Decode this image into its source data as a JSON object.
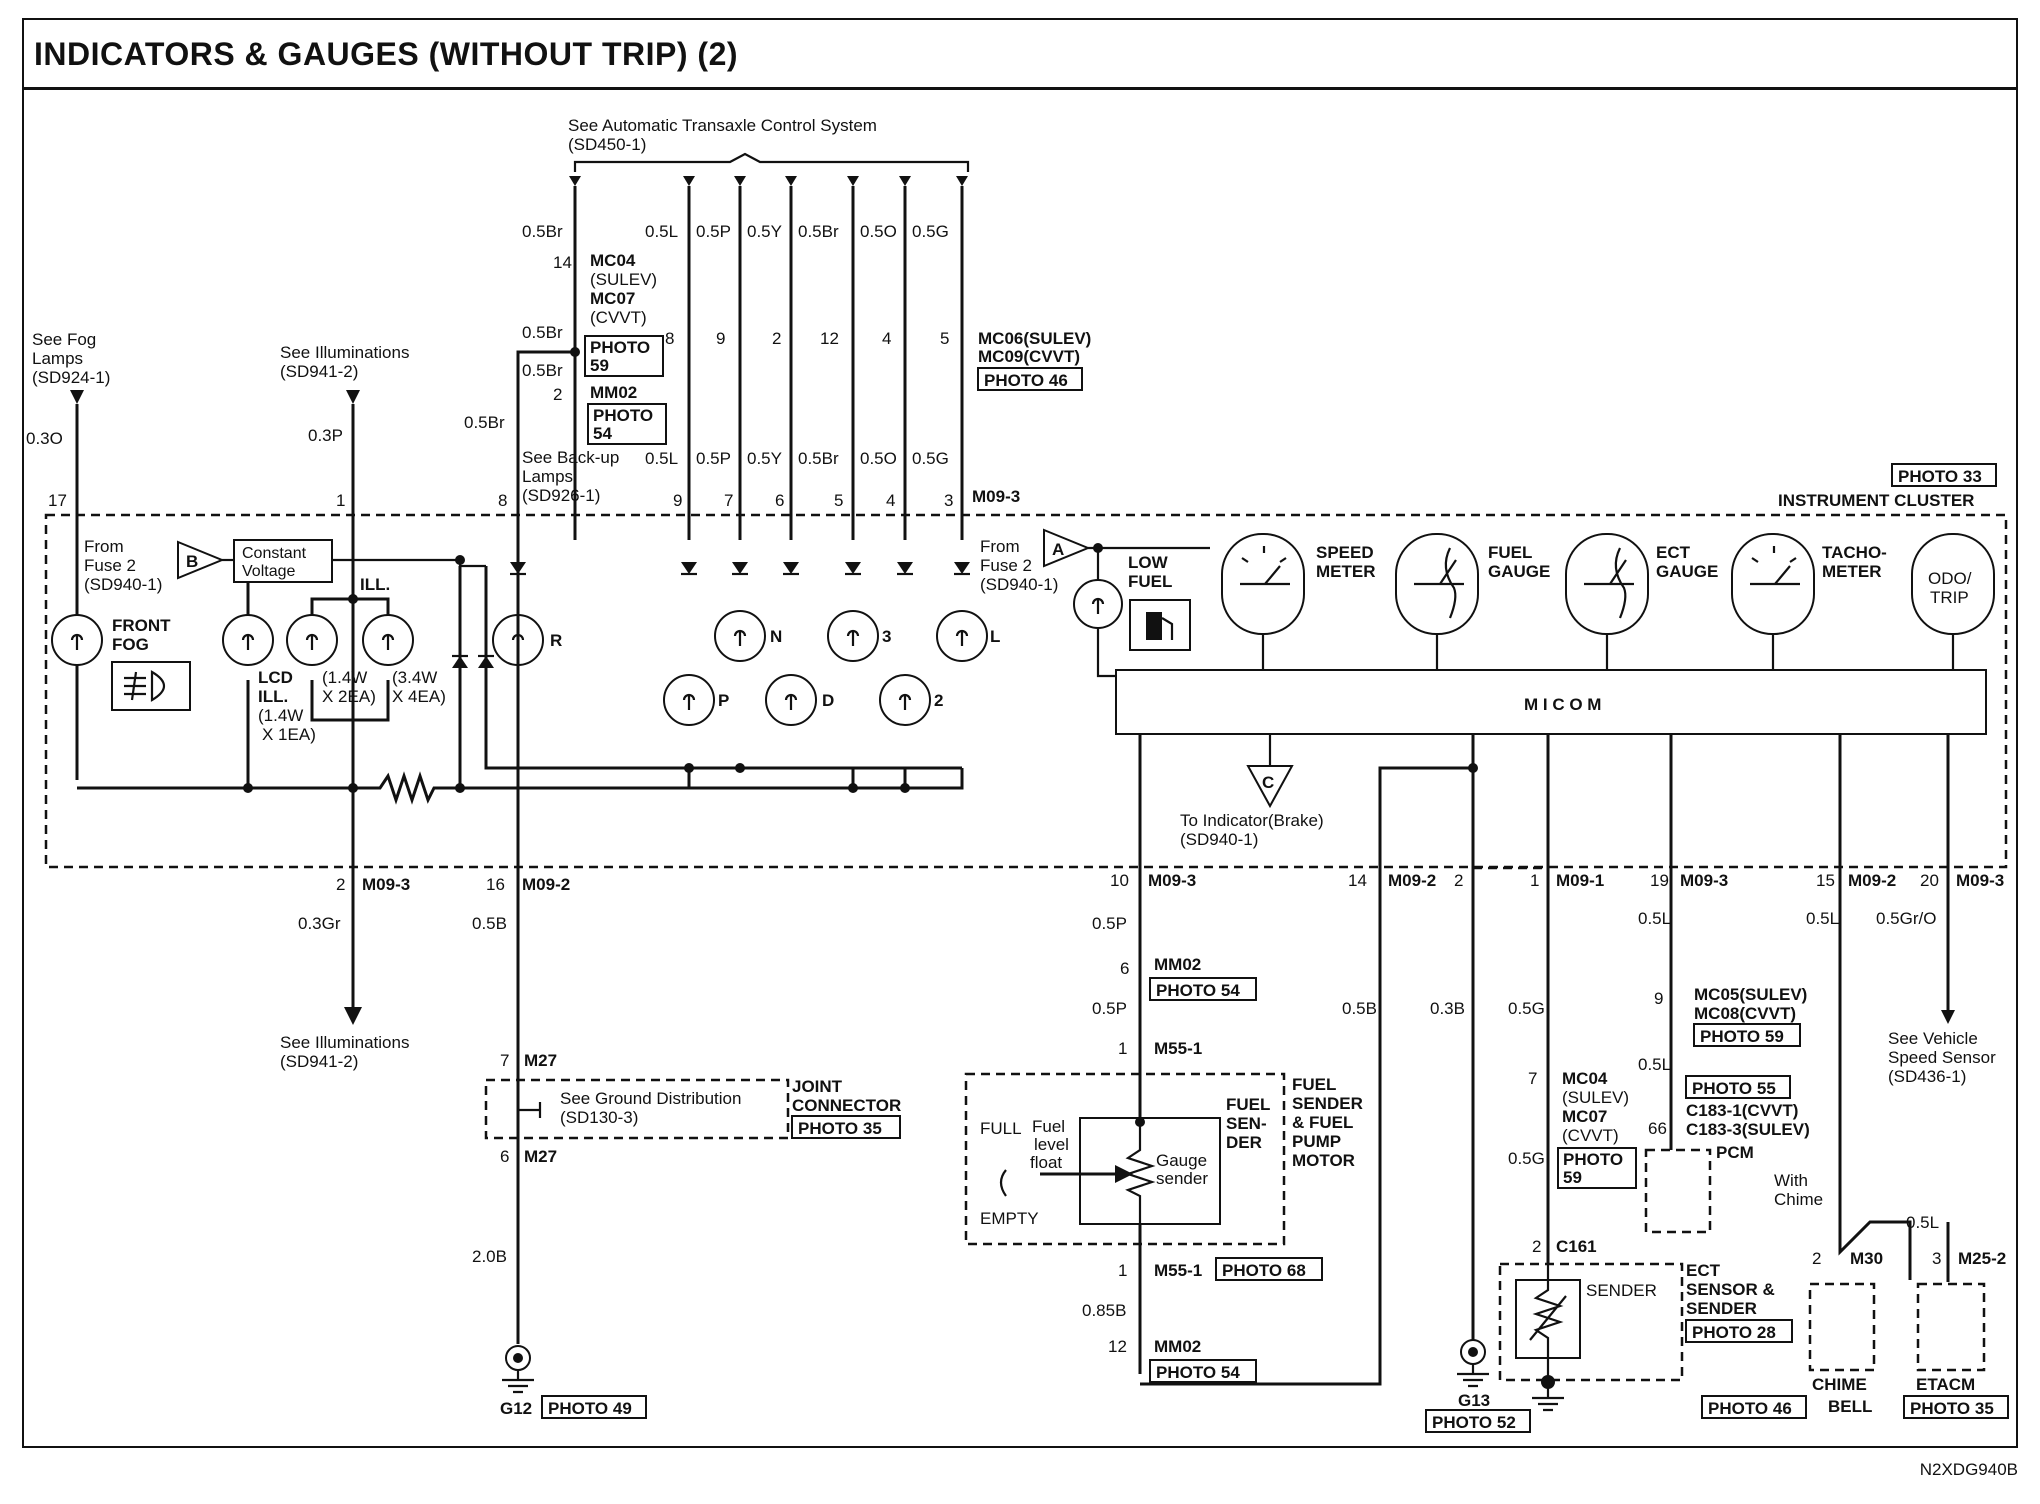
{
  "title": "INDICATORS & GAUGES (WITHOUT TRIP) (2)",
  "drawing_code": "N2XDG940B",
  "top": {
    "atm_ref_line1": "See Automatic Transaxle Control System",
    "atm_ref_line2": "(SD450-1)",
    "fog_ref": [
      "See Fog",
      "Lamps",
      "(SD924-1)"
    ],
    "illum_ref": [
      "See Illuminations",
      "(SD941-2)"
    ],
    "backup_ref": [
      "See Back-up",
      "Lamps",
      "(SD926-1)"
    ]
  },
  "wires": {
    "fog": "0.3O",
    "illum": "0.3P",
    "br1": "0.5Br",
    "br2": "0.5Br",
    "br3": "0.5Br",
    "br4": "0.5Br",
    "top_colors": [
      "0.5L",
      "0.5P",
      "0.5Y",
      "0.5Br",
      "0.5O",
      "0.5G"
    ],
    "mid_colors": [
      "0.5L",
      "0.5P",
      "0.5Y",
      "0.5Br",
      "0.5O",
      "0.5G"
    ],
    "gr": "0.3Gr",
    "b1": "0.5B",
    "b2": "2.0B",
    "p1": "0.5P",
    "p2": "0.5P",
    "b85": "0.85B",
    "b3": "0.5B",
    "b4": "0.3B",
    "g1": "0.5G",
    "g2": "0.5G",
    "l1": "0.5L",
    "l2": "0.5L",
    "l3": "0.5L",
    "gro": "0.5Gr/O"
  },
  "connectors": {
    "mc04": "MC04",
    "sulev": "(SULEV)",
    "mc07": "MC07",
    "cvvt": "(CVVT)",
    "photo59": "PHOTO\n59",
    "mm02": "MM02",
    "photo54": "PHOTO\n54",
    "mc06": "MC06(SULEV)",
    "mc09": "MC09(CVVT)",
    "photo46": "PHOTO 46",
    "m093": "M09-3",
    "m092": "M09-2",
    "m091": "M09-1",
    "pins_top": [
      "14",
      "2",
      "8",
      "9",
      "2",
      "12",
      "4",
      "5"
    ],
    "pins_cluster_top": [
      "17",
      "1",
      "8",
      "9",
      "7",
      "6",
      "5",
      "4",
      "3"
    ]
  },
  "cluster": {
    "photo": "PHOTO 33",
    "label": "INSTRUMENT CLUSTER",
    "from_fuse_b": [
      "From",
      "Fuse 2",
      "(SD940-1)"
    ],
    "from_fuse_a": [
      "From",
      "Fuse 2",
      "(SD940-1)"
    ],
    "const_voltage": [
      "Constant",
      "Voltage"
    ],
    "ill": "ILL.",
    "front_fog": [
      "FRONT",
      "FOG"
    ],
    "lcd_ill": [
      "LCD",
      "ILL.",
      "(1.4W",
      "X 1EA)"
    ],
    "w14": [
      "(1.4W",
      "X 2EA)"
    ],
    "w34": [
      "(3.4W",
      "X 4EA)"
    ],
    "low_fuel": [
      "LOW",
      "FUEL"
    ],
    "gauges": [
      "SPEED\nMETER",
      "FUEL\nGAUGE",
      "ECT\nGAUGE",
      "TACHO-\nMETER"
    ],
    "odo": [
      "ODO/",
      "TRIP"
    ],
    "micom": "M I C O M",
    "lamps": [
      "R",
      "P",
      "N",
      "D",
      "3",
      "2",
      "L"
    ],
    "brake_ref": [
      "To Indicator(Brake)",
      "(SD940-1)"
    ]
  },
  "bottom": {
    "pins": [
      "2",
      "16",
      "10",
      "14",
      "2",
      "1",
      "19",
      "15",
      "20"
    ],
    "illum_ref": [
      "See Illuminations",
      "(SD941-2)"
    ],
    "m27a": "M27",
    "m27b": "M27",
    "pin7": "7",
    "pin6": "6",
    "ground_dist": [
      "See Ground Distribution",
      "(SD130-3)"
    ],
    "joint": [
      "JOINT",
      "CONNECTOR"
    ],
    "photo35": "PHOTO 35",
    "g12": "G12",
    "photo49": "PHOTO 49",
    "mm02a": "MM02",
    "photo54a": "PHOTO 54",
    "m551": "M55-1",
    "m551b": "M55-1",
    "photo68": "PHOTO 68",
    "mm02b": "MM02",
    "photo54b": "PHOTO 54",
    "fuel_sender": [
      "FUEL",
      "SEN-",
      "DER"
    ],
    "fuel_pump": [
      "FUEL",
      "SENDER",
      "& FUEL",
      "PUMP",
      "MOTOR"
    ],
    "full": "FULL",
    "empty": "EMPTY",
    "float": [
      "Fuel",
      "level",
      "float"
    ],
    "gauge_sender": [
      "Gauge",
      "sender"
    ],
    "g13": "G13",
    "photo52": "PHOTO 52",
    "mc04": "MC04",
    "sulev": "(SULEV)",
    "mc07": "MC07",
    "cvvt": "(CVVT)",
    "photo59": "PHOTO\n59",
    "c161": "C161",
    "sender": "SENDER",
    "ect": [
      "ECT",
      "SENSOR &",
      "SENDER"
    ],
    "photo28": "PHOTO 28",
    "mc05": "MC05(SULEV)",
    "mc08": "MC08(CVVT)",
    "photo59b": "PHOTO 59",
    "photo55": "PHOTO 55",
    "c183_1": "C183-1(CVVT)",
    "c183_3": "C183-3(SULEV)",
    "pin66": "66",
    "pcm": "PCM",
    "with_chime": [
      "With",
      "Chime"
    ],
    "m30": "M30",
    "m252": "M25-2",
    "pin2": "2",
    "pin3": "3",
    "chime": [
      "CHIME",
      "BELL"
    ],
    "photo46": "PHOTO 46",
    "etacm": "ETACM",
    "photo35b": "PHOTO 35",
    "vss": [
      "See Vehicle",
      "Speed Sensor",
      "(SD436-1)"
    ],
    "pin9": "9",
    "pin7b": "7",
    "pin12": "12",
    "pin1": "1",
    "pin1b": "1",
    "pin6b": "6",
    "pin2b": "2"
  }
}
